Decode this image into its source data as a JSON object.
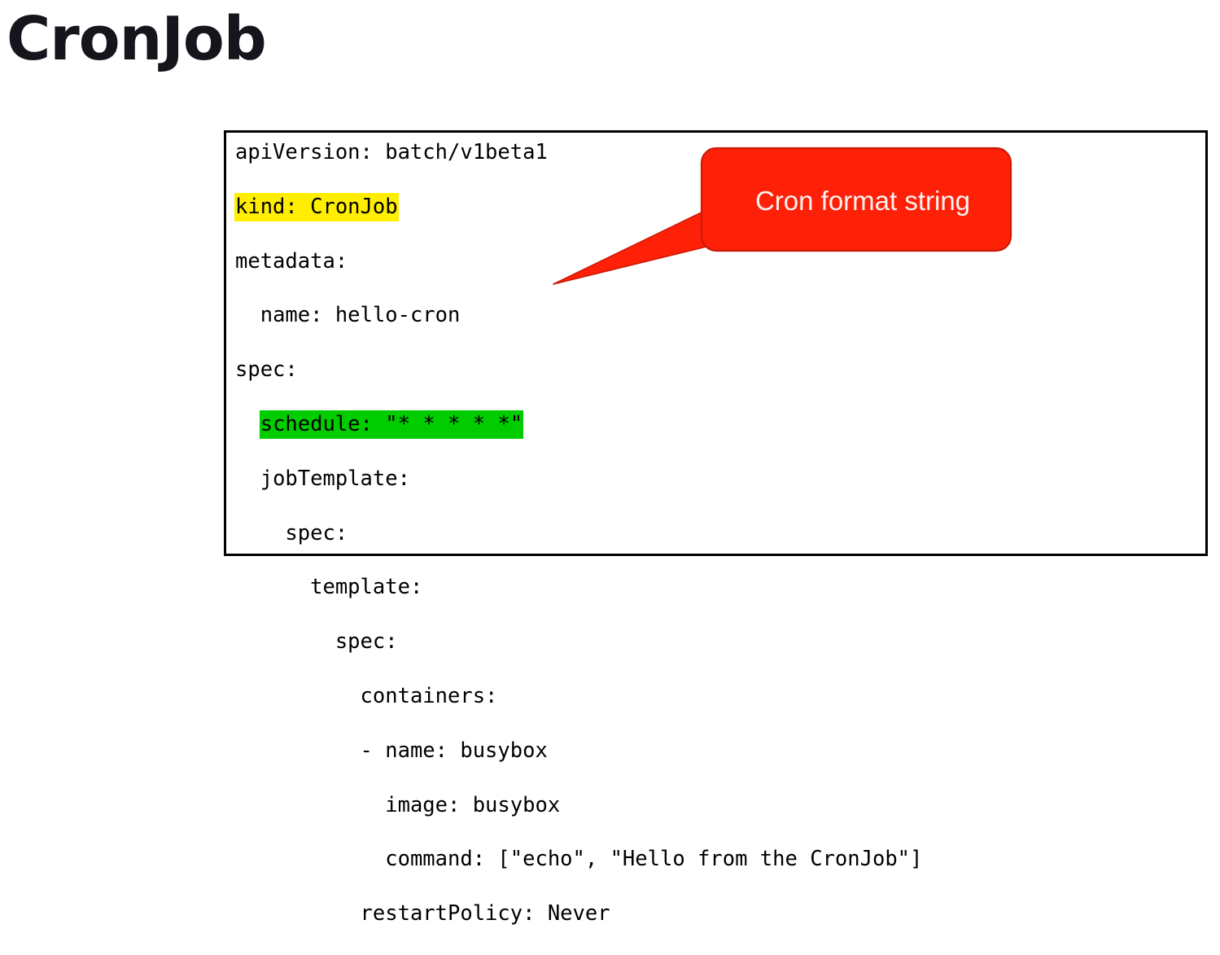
{
  "slide": {
    "title": "CronJob"
  },
  "code_box": {
    "language": "yaml",
    "border_color": "#000000",
    "background": "#ffffff",
    "lines": [
      {
        "id": "line-apiversion",
        "indent": 0,
        "segments": [
          {
            "text": "apiVersion: batch/v1beta1",
            "highlight": "none"
          }
        ]
      },
      {
        "id": "line-kind",
        "indent": 0,
        "segments": [
          {
            "text": "kind: CronJob",
            "highlight": "yellow"
          }
        ]
      },
      {
        "id": "line-metadata",
        "indent": 0,
        "segments": [
          {
            "text": "metadata:",
            "highlight": "none"
          }
        ]
      },
      {
        "id": "line-metadata-name",
        "indent": 2,
        "segments": [
          {
            "text": "name: hello-cron",
            "highlight": "none"
          }
        ]
      },
      {
        "id": "line-spec",
        "indent": 0,
        "segments": [
          {
            "text": "spec:",
            "highlight": "none"
          }
        ]
      },
      {
        "id": "line-schedule",
        "indent": 2,
        "segments": [
          {
            "text": "schedule: \"* * * * *\"",
            "highlight": "green"
          }
        ]
      },
      {
        "id": "line-jobtemplate",
        "indent": 2,
        "segments": [
          {
            "text": "jobTemplate:",
            "highlight": "none"
          }
        ]
      },
      {
        "id": "line-jobtemplate-spec",
        "indent": 4,
        "segments": [
          {
            "text": "spec:",
            "highlight": "none"
          }
        ]
      },
      {
        "id": "line-template",
        "indent": 6,
        "segments": [
          {
            "text": "template:",
            "highlight": "none"
          }
        ]
      },
      {
        "id": "line-template-spec",
        "indent": 8,
        "segments": [
          {
            "text": "spec:",
            "highlight": "none"
          }
        ]
      },
      {
        "id": "line-containers",
        "indent": 10,
        "segments": [
          {
            "text": "containers:",
            "highlight": "none"
          }
        ]
      },
      {
        "id": "line-container-name",
        "indent": 10,
        "segments": [
          {
            "text": "- name: busybox",
            "highlight": "none"
          }
        ]
      },
      {
        "id": "line-container-image",
        "indent": 12,
        "segments": [
          {
            "text": "image: busybox",
            "highlight": "none"
          }
        ]
      },
      {
        "id": "line-container-command",
        "indent": 12,
        "segments": [
          {
            "text": "command: [\"echo\", \"Hello from the CronJob\"]",
            "highlight": "none"
          }
        ]
      },
      {
        "id": "line-restartpolicy",
        "indent": 10,
        "segments": [
          {
            "text": "restartPolicy: Never",
            "highlight": "none"
          }
        ]
      }
    ]
  },
  "callout": {
    "text": "Cron format string",
    "fill_color": "#ff2008",
    "stroke_color": "#cc1a06",
    "text_color": "#fdf2f0",
    "points_at": "line-schedule"
  },
  "highlights": {
    "yellow": "#ffee00",
    "green": "#00cc00"
  }
}
